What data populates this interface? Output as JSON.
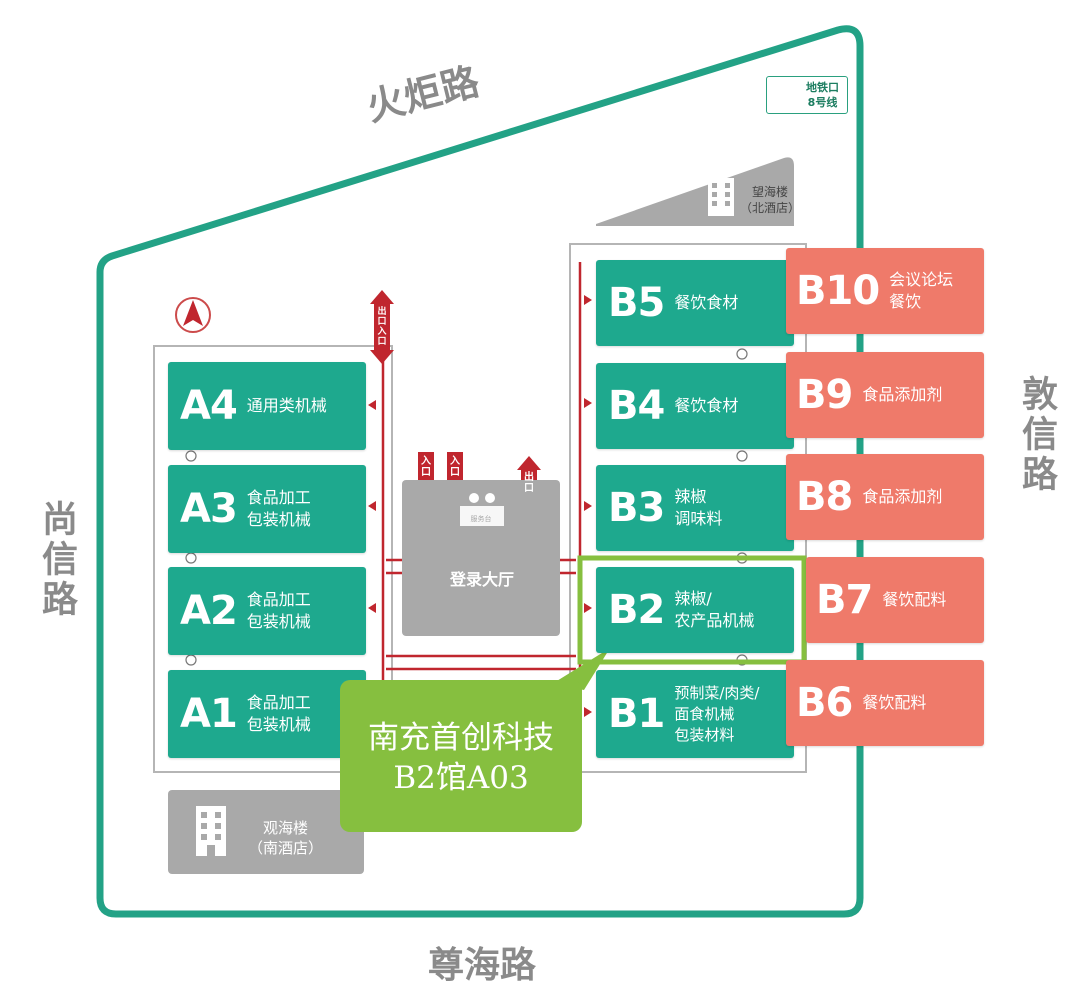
{
  "roads": {
    "north": "火炬路",
    "south": "尊海路",
    "west": "尚信路",
    "east": "敦信路"
  },
  "metro": {
    "label": "地铁口\n8号线",
    "color": "#2aa07f"
  },
  "buildings": {
    "north_hotel": "望海楼\n（北酒店）",
    "south_hotel": "观海楼\n（南酒店）"
  },
  "lobby": {
    "label": "登录大厅",
    "desk_label": "服务台"
  },
  "entrances": {
    "in": "入\n口",
    "out": "出\n口",
    "exit_entry": "出\n口\n入\n口"
  },
  "halls_a": [
    {
      "code": "A4",
      "desc": "通用类机械"
    },
    {
      "code": "A3",
      "desc": "食品加工\n包装机械"
    },
    {
      "code": "A2",
      "desc": "食品加工\n包装机械"
    },
    {
      "code": "A1",
      "desc": "食品加工\n包装机械"
    }
  ],
  "halls_b": [
    {
      "code": "B5",
      "desc": "餐饮食材"
    },
    {
      "code": "B4",
      "desc": "餐饮食材"
    },
    {
      "code": "B3",
      "desc": "辣椒\n调味料"
    },
    {
      "code": "B2",
      "desc": "辣椒/\n农产品机械"
    },
    {
      "code": "B1",
      "desc": "预制菜/肉类/\n面食机械\n包装材料"
    }
  ],
  "halls_b_red": [
    {
      "code": "B10",
      "desc": "会议论坛\n餐饮"
    },
    {
      "code": "B9",
      "desc": "食品添加剂"
    },
    {
      "code": "B8",
      "desc": "食品添加剂"
    },
    {
      "code": "B7",
      "desc": "餐饮配料"
    },
    {
      "code": "B6",
      "desc": "餐饮配料"
    }
  ],
  "callout": {
    "text": "南充首创科技\nB2馆A03",
    "color": "#86bf3f"
  },
  "colors": {
    "teal": "#1ea98e",
    "coral": "#ef7a6a",
    "border": "#23a286",
    "arrow": "#c0262e",
    "gray": "#a9a9a9"
  }
}
